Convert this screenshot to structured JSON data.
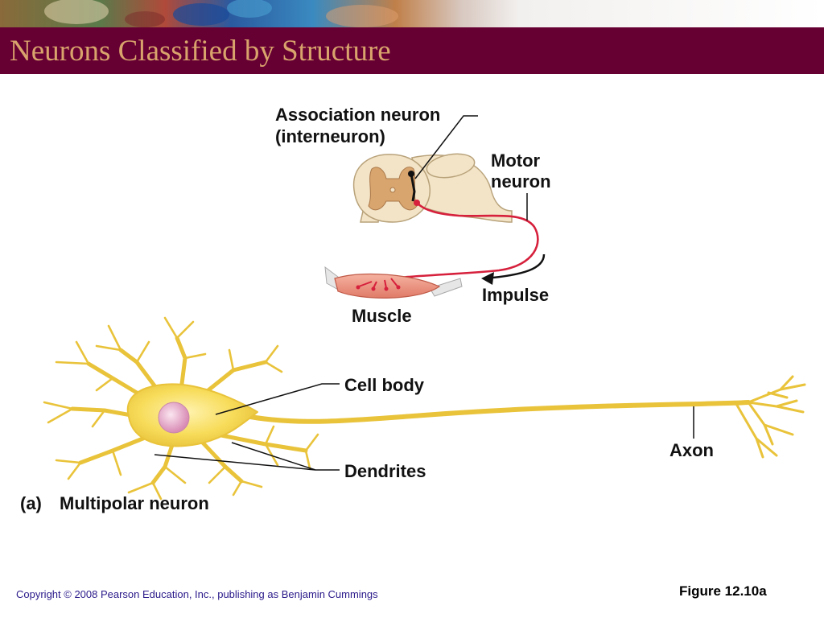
{
  "slide": {
    "title": "Neurons Classified by Structure",
    "title_color": "#d9a36c",
    "title_bar_color": "#660033"
  },
  "diagram": {
    "labels": {
      "association_neuron_line1": "Association neuron",
      "association_neuron_line2": "(interneuron)",
      "motor_neuron_line1": "Motor",
      "motor_neuron_line2": "neuron",
      "impulse": "Impulse",
      "muscle": "Muscle",
      "cell_body": "Cell body",
      "dendrites": "Dendrites",
      "axon": "Axon",
      "caption_letter": "(a)",
      "caption_text": "Multipolar neuron"
    },
    "colors": {
      "neuron_fill": "#f7dc5a",
      "nucleus": "#e8a8c8",
      "motor_pathway": "#d6203c",
      "spinal_cord": "#f3e4c7",
      "gray_matter": "#d9a56e"
    }
  },
  "footer": {
    "copyright": "Copyright © 2008 Pearson Education, Inc., publishing as Benjamin Cummings",
    "figure_number": "Figure 12.10a"
  }
}
